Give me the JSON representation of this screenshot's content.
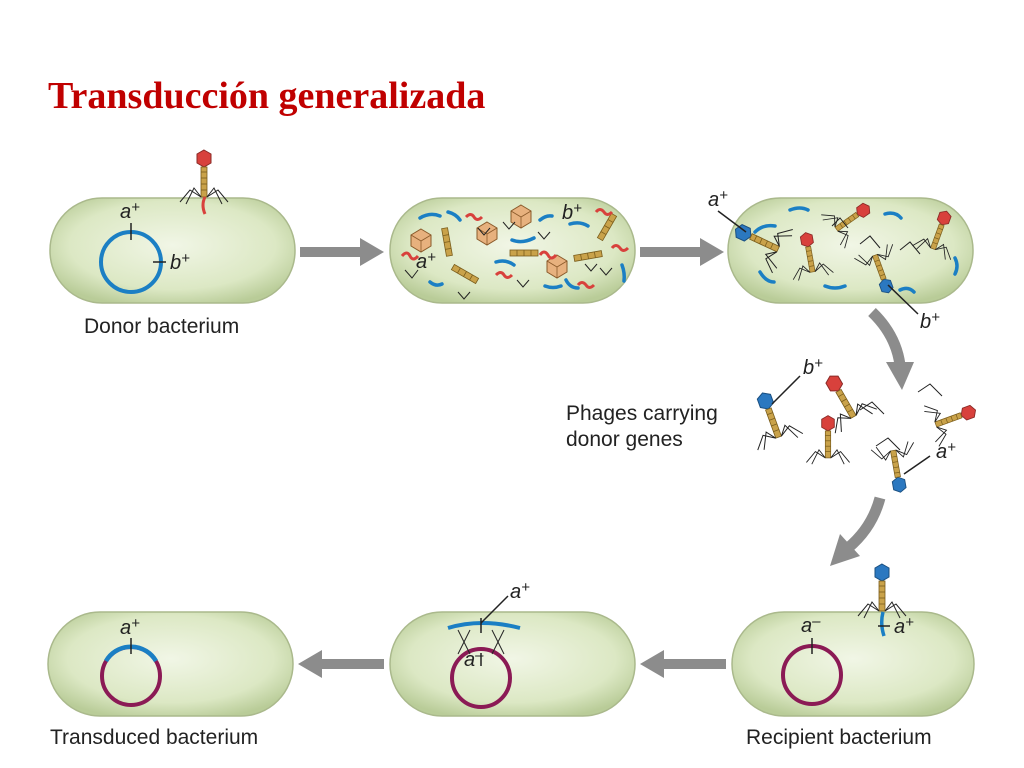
{
  "title": "Transducción generalizada",
  "labels": {
    "donor": "Donor bacterium",
    "phages_line1": "Phages carrying",
    "phages_line2": "donor genes",
    "recipient": "Recipient bacterium",
    "transduced": "Transduced bacterium"
  },
  "genes": {
    "a_plus": "a",
    "b_plus": "b",
    "a_minus": "a",
    "plus": "+",
    "minus": "–"
  },
  "colors": {
    "title": "#c00000",
    "cell_fill": "#dce8c4",
    "donor_dna": "#1b7fc4",
    "recipient_dna": "#8b1a55",
    "phage_head": "#d8413c",
    "phage_head_donor": "#2b78c0",
    "phage_tail": "#c9a24a",
    "arrow": "#8c8c8c"
  }
}
